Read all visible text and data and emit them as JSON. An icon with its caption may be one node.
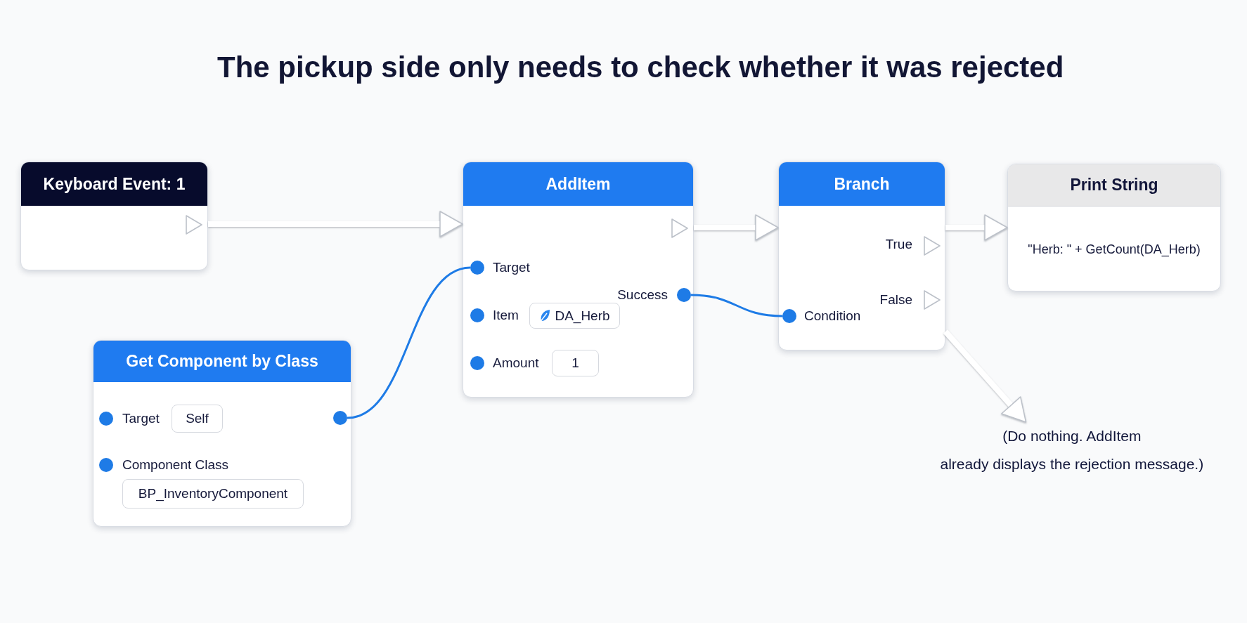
{
  "diagram": {
    "title": "The pickup side only needs to check whether it was rejected",
    "nodes": [
      {
        "text": [
          "Keyboard Event: 1"
        ]
      },
      {
        "text": [
          "AddItem",
          "Target",
          "Success",
          "Item",
          "Amount"
        ]
      },
      {
        "text": [],
        "shape": "circle",
        "in": 1
      },
      {
        "text": [
          "DA_Herb"
        ],
        "in": 1
      },
      {
        "text": [
          "1"
        ],
        "in": 1
      },
      {
        "text": [],
        "shape": "circle",
        "in": 1
      },
      {
        "text": [
          "Branch",
          "True",
          "False",
          "Condition"
        ]
      },
      {
        "text": [],
        "shape": "circle",
        "in": 6
      },
      {
        "text": [
          "Print String",
          "\"Herb: \" + GetCount(DA_Herb)"
        ]
      },
      {
        "text": [
          "Get Component by Class",
          "Target",
          "Component Class"
        ]
      },
      {
        "text": [
          "Self"
        ],
        "in": 9
      },
      {
        "text": [
          "BP_InventoryComponent"
        ],
        "in": 9
      },
      {
        "text": [],
        "shape": "circle",
        "in": 9
      },
      {
        "text": [
          "(Do nothing. AddItem already displays the rejection message.)"
        ]
      }
    ],
    "edges": [
      {
        "from": 0,
        "to": 1,
        "arrow": "to"
      },
      {
        "from": 12,
        "to": 2,
        "arrow": "none",
        "color": "#1e7be6"
      },
      {
        "from": 1,
        "to": 6,
        "arrow": "to"
      },
      {
        "from": 5,
        "to": 7,
        "arrow": "none",
        "color": "#1e7be6"
      },
      {
        "from": 6,
        "to": 8,
        "arrow": "to"
      },
      {
        "from": 6,
        "to": 13,
        "arrow": "to"
      }
    ]
  }
}
